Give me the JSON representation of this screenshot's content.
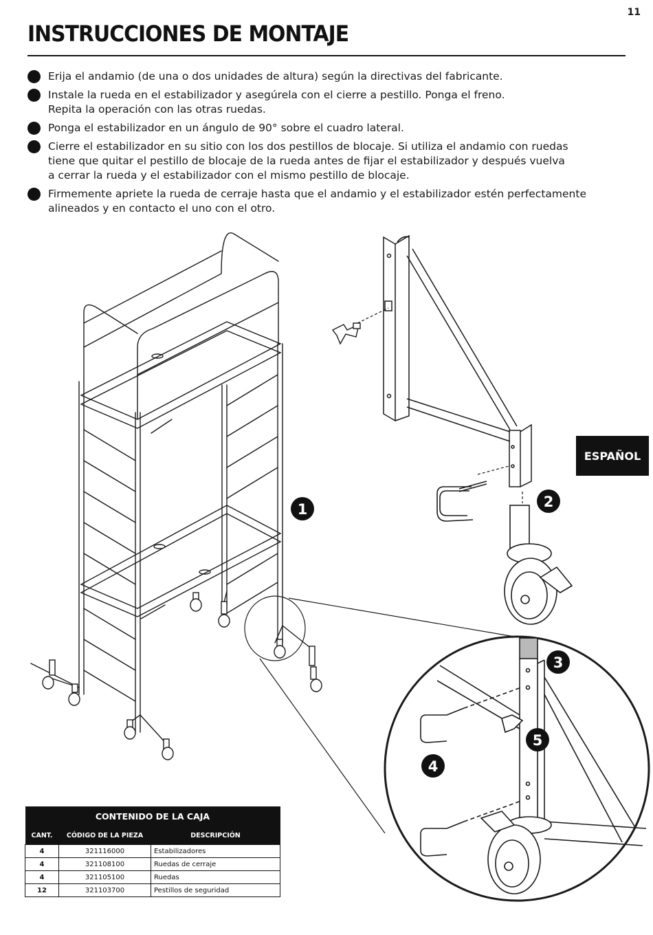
{
  "page": {
    "number": "11"
  },
  "title": "INSTRUCCIONES DE MONTAJE",
  "language_tab": "ESPAÑOL",
  "instructions": [
    {
      "lines": [
        "Erija el andamio (de una o dos unidades de altura) según la directivas del fabricante."
      ]
    },
    {
      "lines": [
        "Instale la rueda en el estabilizador y asegúrela con el cierre a pestillo. Ponga el freno.",
        "Repita la operación con las otras ruedas."
      ]
    },
    {
      "lines": [
        "Ponga el estabilizador en un ángulo de 90° sobre el cuadro lateral."
      ]
    },
    {
      "lines": [
        "Cierre el estabilizador en su sitio con los dos pestillos de blocaje.  Si utiliza el andamio  con ruedas",
        "tiene que quitar el pestillo de blocaje de la rueda antes de fijar el estabilizador y después vuelva",
        "a cerrar la rueda y el estabilizador con el mismo pestillo de blocaje."
      ]
    },
    {
      "lines": [
        "Firmemente apriete la rueda de cerraje hasta que el andamio y el estabilizador estén perfectamente",
        "alineados y en contacto el uno con el otro."
      ]
    }
  ],
  "steps": [
    "1",
    "2",
    "3",
    "4",
    "5"
  ],
  "contents_table": {
    "title": "CONTENIDO DE LA CAJA",
    "headers": [
      "CANT.",
      "CÓDIGO DE LA PIEZA",
      "DESCRIPCIÓN"
    ],
    "rows": [
      [
        "4",
        "321116000",
        "Estabilizadores"
      ],
      [
        "4",
        "321108100",
        "Ruedas de cerraje"
      ],
      [
        "4",
        "321105100",
        "Ruedas"
      ],
      [
        "12",
        "321103700",
        "Pestillos de seguridad"
      ]
    ]
  },
  "colors": {
    "ink": "#111111",
    "paper": "#ffffff",
    "tab": "#111111"
  }
}
